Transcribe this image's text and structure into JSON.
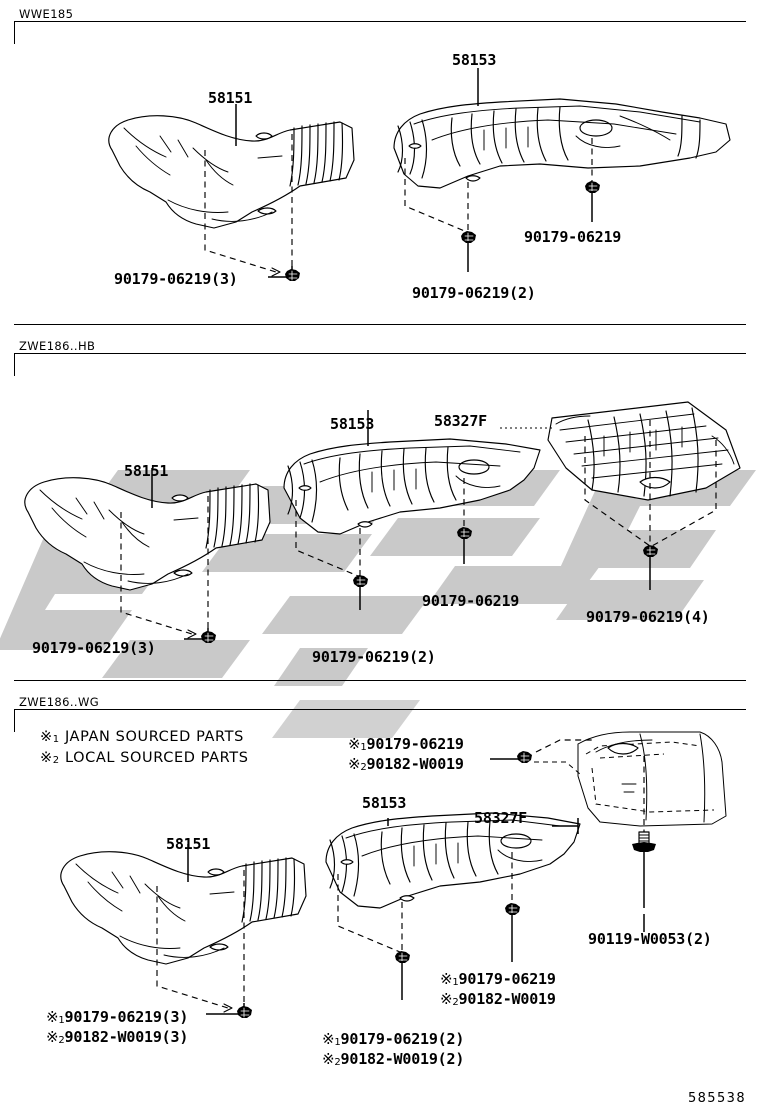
{
  "page": {
    "code": "585538",
    "title": "Exhaust Pipe Heat Insulator Parts Diagram"
  },
  "sections": [
    {
      "id": "wwe185",
      "tab": "WWE185",
      "labels": [
        {
          "name": "part-58151",
          "text": "58151"
        },
        {
          "name": "part-58153",
          "text": "58153"
        },
        {
          "name": "clip-90179-3",
          "text": "90179-06219(3)"
        },
        {
          "name": "clip-90179-2",
          "text": "90179-06219(2)"
        },
        {
          "name": "clip-90179",
          "text": "90179-06219"
        }
      ]
    },
    {
      "id": "zwe186-hb",
      "tab": "ZWE186..HB",
      "labels": [
        {
          "name": "part-58151",
          "text": "58151"
        },
        {
          "name": "part-58153",
          "text": "58153"
        },
        {
          "name": "part-58327f",
          "text": "58327F"
        },
        {
          "name": "clip-90179-3",
          "text": "90179-06219(3)"
        },
        {
          "name": "clip-90179-2",
          "text": "90179-06219(2)"
        },
        {
          "name": "clip-90179",
          "text": "90179-06219"
        },
        {
          "name": "clip-90179-4",
          "text": "90179-06219(4)"
        }
      ]
    },
    {
      "id": "zwe186-wg",
      "tab": "ZWE186..WG",
      "notes": [
        {
          "name": "note-japan-sourced",
          "mark": "1",
          "text": "JAPAN SOURCED PARTS"
        },
        {
          "name": "note-local-sourced",
          "mark": "2",
          "text": "LOCAL SOURCED PARTS"
        }
      ],
      "labels": [
        {
          "name": "part-58151",
          "text": "58151"
        },
        {
          "name": "part-58153",
          "text": "58153"
        },
        {
          "name": "part-58327f",
          "text": "58327F"
        },
        {
          "name": "bolt-90119",
          "text": "90119-W0053(2)"
        }
      ],
      "dual_labels": [
        {
          "name": "clip-pair-top-center",
          "line1_mark": "1",
          "line1_text": "90179-06219",
          "line2_mark": "2",
          "line2_text": "90182-W0019"
        },
        {
          "name": "clip-pair-right",
          "line1_mark": "1",
          "line1_text": "90179-06219",
          "line2_mark": "2",
          "line2_text": "90182-W0019"
        },
        {
          "name": "clip-pair-left",
          "line1_mark": "1",
          "line1_text": "90179-06219(3)",
          "line2_mark": "2",
          "line2_text": "90182-W0019(3)"
        },
        {
          "name": "clip-pair-center",
          "line1_mark": "1",
          "line1_text": "90179-06219(2)",
          "line2_mark": "2",
          "line2_text": "90182-W0019(2)"
        }
      ]
    }
  ],
  "colors": {
    "ink": "#000000",
    "paper": "#ffffff",
    "watermark": "#c9c9c9"
  }
}
